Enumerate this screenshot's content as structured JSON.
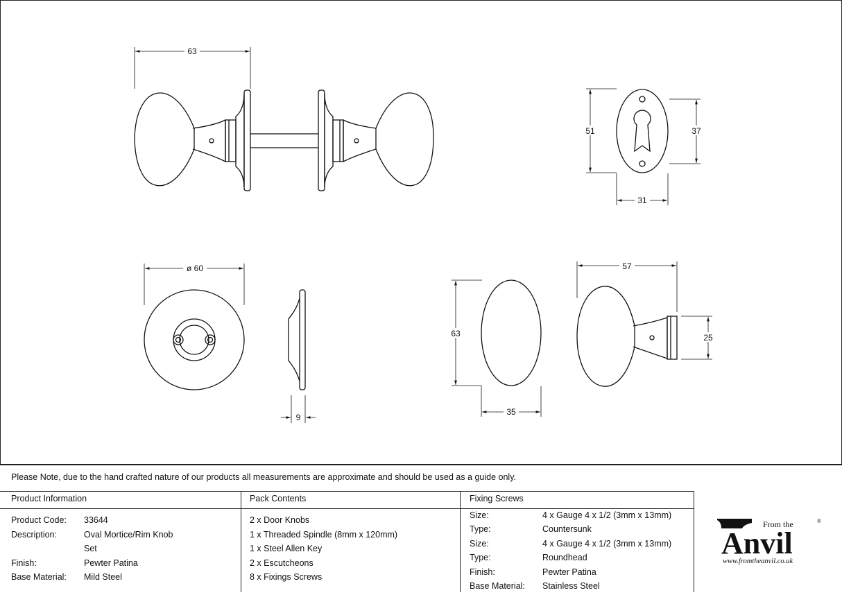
{
  "dimensions": {
    "set_width": "63",
    "esc_height": "51",
    "esc_keyhole": "37",
    "esc_width": "31",
    "rose_dia": "ø 60",
    "rose_depth": "9",
    "knob_height": "63",
    "knob_width": "35",
    "knob_length": "57",
    "neck_dia": "25"
  },
  "note": "Please Note, due to the hand crafted nature of our products all measurements are approximate and should be used as a guide only.",
  "product_information": {
    "title": "Product Information",
    "rows": [
      {
        "label": "Product Code:",
        "value": "33644"
      },
      {
        "label": "Description:",
        "value": "Oval Mortice/Rim Knob"
      },
      {
        "label": "",
        "value": "Set"
      },
      {
        "label": "Finish:",
        "value": "Pewter Patina"
      },
      {
        "label": "Base Material:",
        "value": "Mild Steel"
      }
    ]
  },
  "pack_contents": {
    "title": "Pack Contents",
    "items": [
      "2 x Door Knobs",
      "1 x Threaded Spindle (8mm x 120mm)",
      "1 x Steel Allen Key",
      "2 x Escutcheons",
      "8 x Fixings Screws"
    ]
  },
  "fixing_screws": {
    "title": "Fixing Screws",
    "rows": [
      {
        "label": "Size:",
        "value": "4 x Gauge 4 x 1/2 (3mm x 13mm)"
      },
      {
        "label": "Type:",
        "value": "Countersunk"
      },
      {
        "label": "Size:",
        "value": "4 x Gauge 4 x 1/2 (3mm x 13mm)"
      },
      {
        "label": "Type:",
        "value": "Roundhead"
      },
      {
        "label": "Finish:",
        "value": "Pewter Patina"
      },
      {
        "label": "Base Material:",
        "value": "Stainless Steel"
      }
    ]
  },
  "logo": {
    "from_the": "From the",
    "brand": "Anvil",
    "registered": "®",
    "url": "www.fromtheanvil.co.uk"
  }
}
